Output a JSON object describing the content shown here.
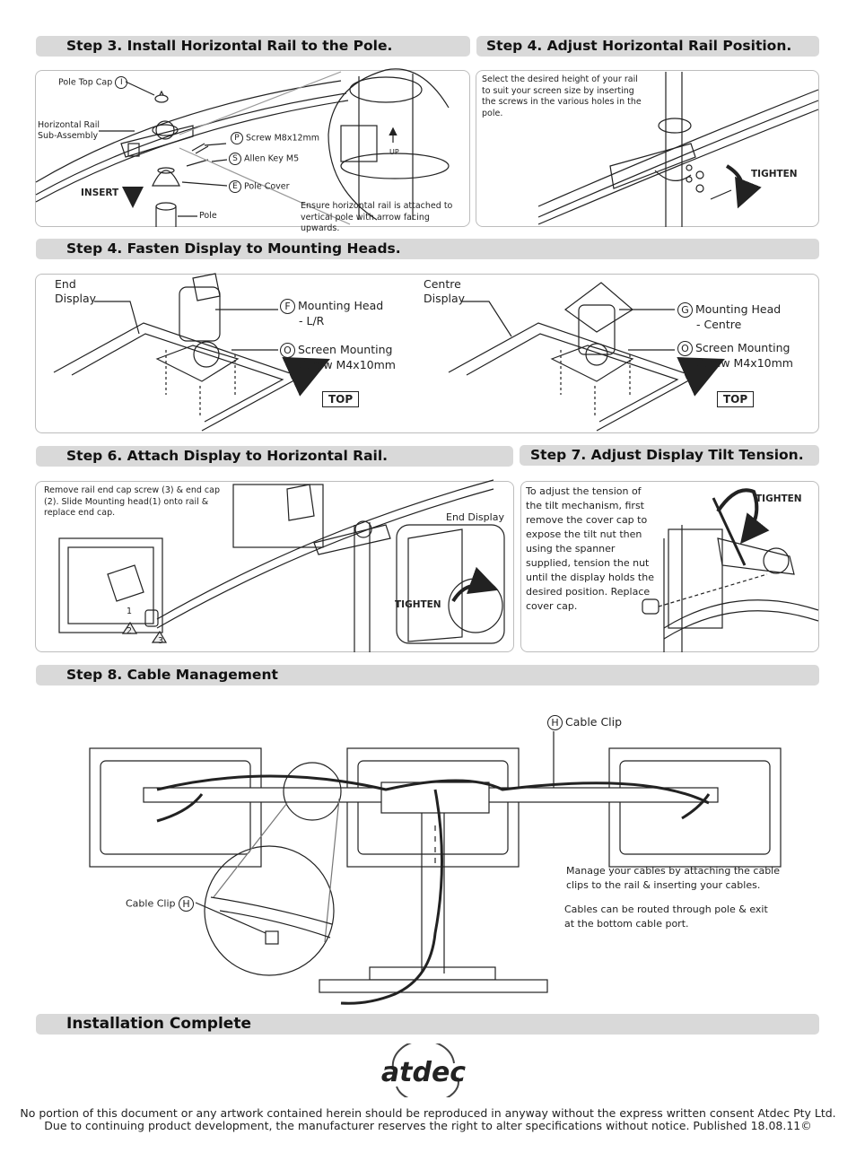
{
  "headers": {
    "step3": "Step 3. Install Horizontal Rail to the Pole.",
    "step4a": "Step 4. Adjust Horizontal Rail Position.",
    "step4b": "Step 4. Fasten Display to Mounting Heads.",
    "step6": "Step 6. Attach Display to Horizontal Rail.",
    "step7": "Step 7. Adjust Display Tilt Tension.",
    "step8": "Step 8. Cable Management",
    "complete": "Installation Complete"
  },
  "step3": {
    "pole_top_cap": "Pole Top Cap",
    "pole_top_cap_ref": "I",
    "rail_sub_1": "Horizontal Rail",
    "rail_sub_2": "Sub-Assembly",
    "screw_ref": "P",
    "screw": "Screw M8x12mm",
    "allen_ref": "S",
    "allen": "Allen Key M5",
    "cover_ref": "E",
    "cover": "Pole Cover",
    "insert": "INSERT",
    "pole": "Pole",
    "note_1": "Ensure horizontal rail is attached to",
    "note_2": "vertical pole with arrow facing upwards.",
    "up": "UP"
  },
  "step4a": {
    "text": "Select the desired height of your rail to suit your screen size by inserting the screws in the various holes in the pole.",
    "tighten": "TIGHTEN"
  },
  "step4b": {
    "end_1": "End",
    "end_2": "Display",
    "head_lr_ref": "F",
    "head_lr_1": "Mounting Head",
    "head_lr_2": "- L/R",
    "screw_ref": "O",
    "screw_1": "Screen Mounting",
    "screw_2": "Screw M4x10mm",
    "top": "TOP",
    "centre_1": "Centre",
    "centre_2": "Display",
    "head_c_ref": "G",
    "head_c_1": "Mounting Head",
    "head_c_2": "- Centre"
  },
  "step6": {
    "text": "Remove rail end cap screw (3) & end cap (2). Slide Mounting head(1) onto rail & replace end cap.",
    "end_display": "End Display",
    "tighten": "TIGHTEN",
    "n1": "1",
    "n2": "2",
    "n3": "3"
  },
  "step7": {
    "text": "To adjust the tension of the tilt mechanism, first remove the cover cap to expose the tilt nut then using the spanner supplied, tension the nut until the display holds the desired position. Replace cover cap.",
    "tighten": "TIGHTEN"
  },
  "step8": {
    "clip_ref": "H",
    "clip": "Cable Clip",
    "text_1": "Manage your cables by attaching the cable clips to the rail & inserting your cables.",
    "text_2": "Cables can be routed through pole & exit at the bottom cable port."
  },
  "brand": "atdec",
  "footer_1": "No portion of this document or any artwork contained herein should be reproduced in anyway without the express written consent Atdec Pty Ltd.",
  "footer_2": "Due to continuing product development, the manufacturer reserves the right to alter specifications without notice. Published 18.08.11©"
}
